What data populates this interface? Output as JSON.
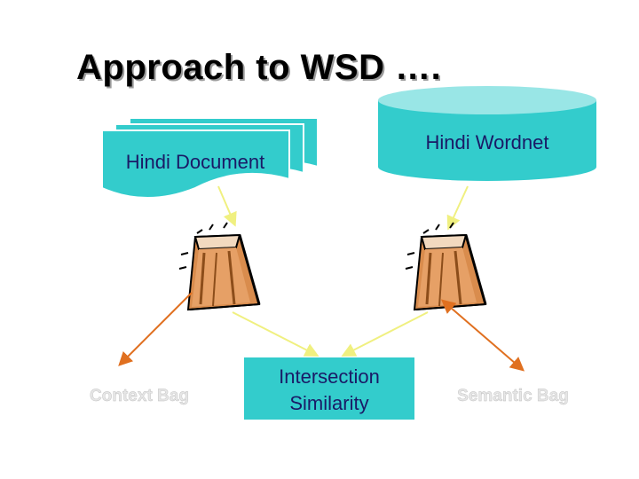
{
  "slide": {
    "title": "Approach to WSD ….",
    "document_label": "Hindi Document",
    "wordnet_label": "Hindi Wordnet",
    "context_bag_label": "Context Bag",
    "semantic_bag_label": "Semantic Bag",
    "intersection_line1": "Intersection",
    "intersection_line2": "Similarity"
  },
  "colors": {
    "box_fill": "#33cccc",
    "cylinder_top": "#99e6e6",
    "text_blue": "#1a1a66",
    "bag_label_color": "#e6e6e6",
    "arrow_orange": "#e07020",
    "arrow_yellow": "#f0f080",
    "bag_fill": "#d98c4d",
    "bag_dark": "#8c4d1a"
  },
  "icons": {
    "bag_left": "paper-bag-icon",
    "bag_right": "paper-bag-icon"
  }
}
